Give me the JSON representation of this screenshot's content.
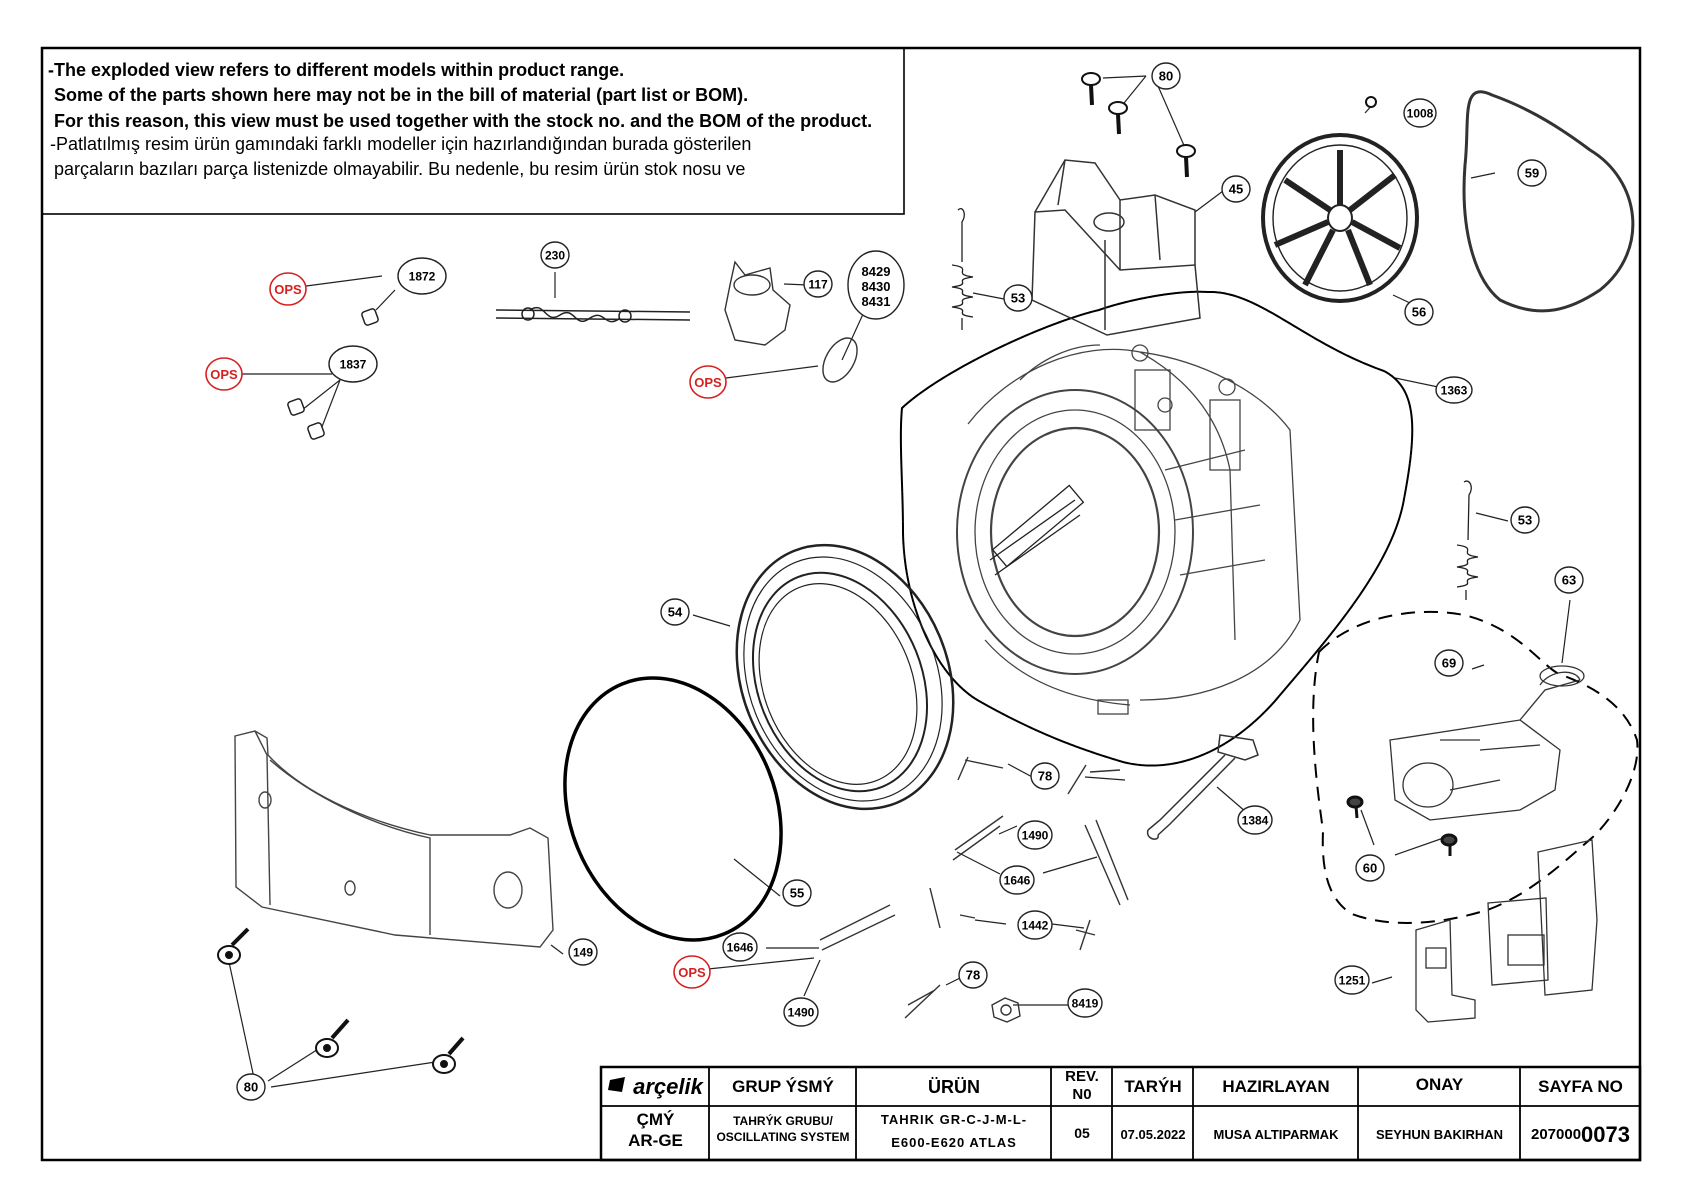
{
  "notes": {
    "en_1": "-The exploded view refers to different models within product range.",
    "en_2": "Some of the parts shown here may not be in the bill of material (part list or BOM).",
    "en_3": "For this reason, this view must be used together with the stock no. and the BOM of the product.",
    "tr_1": "-Patlatılmış resim ürün gamındaki farklı modeller için hazırlandığından burada gösterilen",
    "tr_2": "parçaların bazıları parça listenizde olmayabilir. Bu nedenle, bu resim ürün stok nosu ve"
  },
  "callouts": [
    {
      "id": "80a",
      "label": "80"
    },
    {
      "id": "1008",
      "label": "1008"
    },
    {
      "id": "59",
      "label": "59"
    },
    {
      "id": "45",
      "label": "45"
    },
    {
      "id": "1872",
      "label": "1872"
    },
    {
      "id": "230",
      "label": "230"
    },
    {
      "id": "117",
      "label": "117"
    },
    {
      "id": "8429",
      "label": "8429"
    },
    {
      "id": "8430",
      "label": "8430"
    },
    {
      "id": "8431",
      "label": "8431"
    },
    {
      "id": "53a",
      "label": "53"
    },
    {
      "id": "56",
      "label": "56"
    },
    {
      "id": "1837",
      "label": "1837"
    },
    {
      "id": "1363",
      "label": "1363"
    },
    {
      "id": "53b",
      "label": "53"
    },
    {
      "id": "63",
      "label": "63"
    },
    {
      "id": "54",
      "label": "54"
    },
    {
      "id": "69",
      "label": "69"
    },
    {
      "id": "78a",
      "label": "78"
    },
    {
      "id": "1384",
      "label": "1384"
    },
    {
      "id": "1490a",
      "label": "1490"
    },
    {
      "id": "60",
      "label": "60"
    },
    {
      "id": "55",
      "label": "55"
    },
    {
      "id": "1646a",
      "label": "1646"
    },
    {
      "id": "1442",
      "label": "1442"
    },
    {
      "id": "149",
      "label": "149"
    },
    {
      "id": "1646b",
      "label": "1646"
    },
    {
      "id": "1251",
      "label": "1251"
    },
    {
      "id": "78b",
      "label": "78"
    },
    {
      "id": "8419",
      "label": "8419"
    },
    {
      "id": "1490b",
      "label": "1490"
    },
    {
      "id": "80b",
      "label": "80"
    }
  ],
  "ops_label": "OPS",
  "title_block": {
    "brand": "arçelik",
    "grup_header": "GRUP ÝSMÝ",
    "urun_header": "ÜRÜN",
    "rev_header_1": "REV.",
    "rev_header_2": "N0",
    "tarih_header": "TARÝH",
    "hazirlayan_header": "HAZIRLAYAN",
    "onay_header": "ONAY",
    "sayfa_header": "SAYFA NO",
    "cmy_1": "ÇMÝ",
    "cmy_2": "AR-GE",
    "grup_1": "TAHRÝK GRUBU/",
    "grup_2": "OSCILLATING SYSTEM",
    "urun_1": "TAHRIK GR-C-J-M-L-",
    "urun_2": "E600-E620 ATLAS",
    "rev": "05",
    "tarih": "07.05.2022",
    "hazirlayan": "MUSA ALTIPARMAK",
    "onay": "SEYHUN BAKIRHAN",
    "sayfa_prefix": "207000",
    "sayfa_suffix": "0073"
  }
}
